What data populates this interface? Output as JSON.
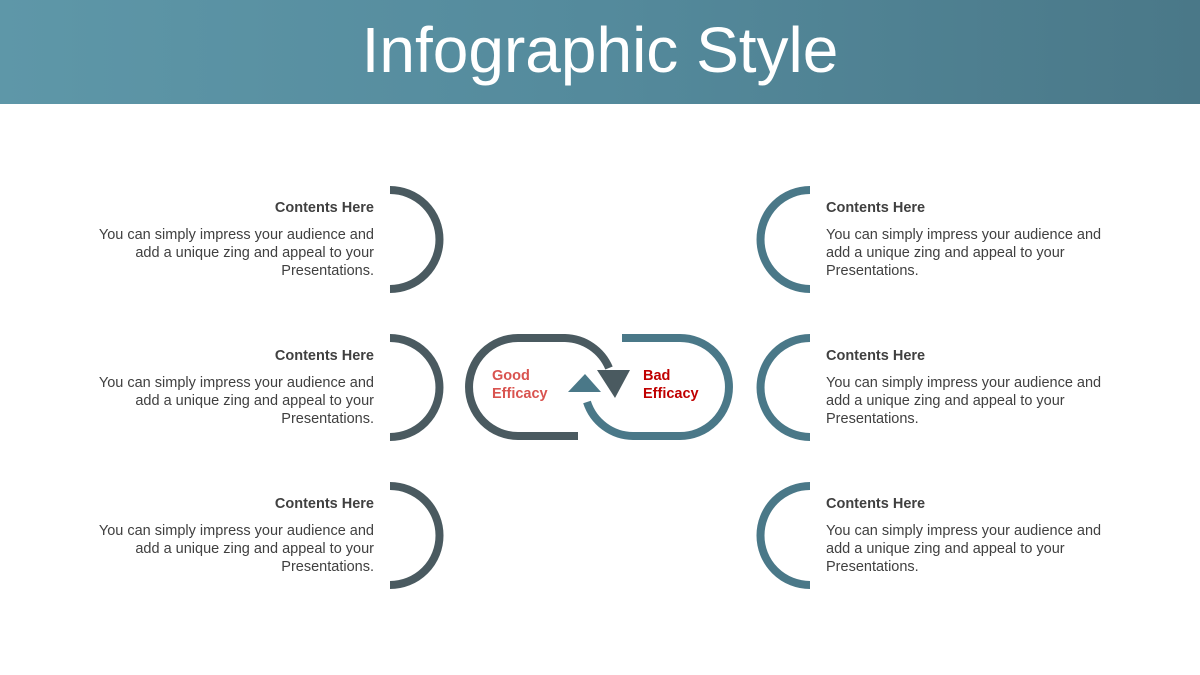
{
  "header": {
    "title": "Infographic Style"
  },
  "center": {
    "good_line1": "Good",
    "good_line2": "Efficacy",
    "bad_line1": "Bad",
    "bad_line2": "Efficacy",
    "good_color": "#d9534f",
    "bad_color": "#c00000"
  },
  "colors": {
    "header_bg": "#548a9c",
    "dark_shape": "#4a5a60",
    "teal_shape": "#4a7888",
    "text": "#404040"
  },
  "left_items": [
    {
      "heading": "Contents Here",
      "body": "You can simply impress your audience and add a unique zing and appeal to your Presentations."
    },
    {
      "heading": "Contents Here",
      "body": "You can simply impress your audience and add a unique zing and appeal to your Presentations."
    },
    {
      "heading": "Contents Here",
      "body": "You can simply impress your audience and add a unique zing and appeal to your Presentations."
    }
  ],
  "right_items": [
    {
      "heading": "Contents Here",
      "body": "You can simply impress your audience and add a unique zing and appeal to your Presentations."
    },
    {
      "heading": "Contents Here",
      "body": "You can simply impress your audience and add a unique zing and appeal to your Presentations."
    },
    {
      "heading": "Contents Here",
      "body": "You can simply impress your audience and add a unique zing and appeal to your Presentations."
    }
  ]
}
